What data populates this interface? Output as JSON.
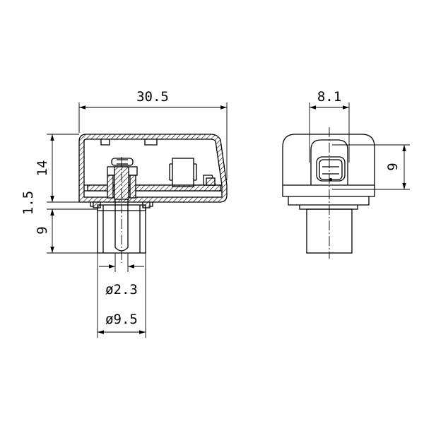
{
  "dimensions": {
    "width_total": "30.5",
    "width_side": "8.1",
    "height_total": "14",
    "height_side": "9",
    "gap": "1.5",
    "shaft_length": "9",
    "shaft_diameter": "ø2.3",
    "shaft_boss_diameter": "ø9.5"
  },
  "colors": {
    "line": "#000000",
    "background": "#ffffff"
  }
}
